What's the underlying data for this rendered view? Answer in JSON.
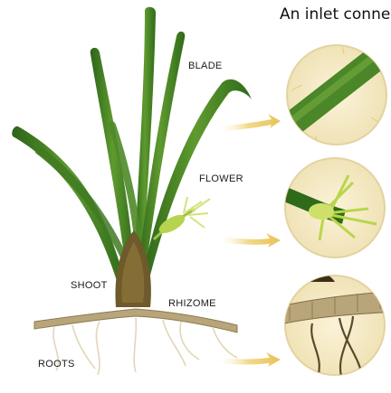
{
  "header": {
    "text": "An inlet connec"
  },
  "labels": {
    "blade": "BLADE",
    "flower": "FLOWER",
    "shoot": "SHOOT",
    "rhizome": "RHIZOME",
    "roots": "ROOTS"
  },
  "colors": {
    "leaf_dark": "#2f6a1a",
    "leaf_light": "#6fa63a",
    "rhizome": "#b8a57a",
    "arrow": "#efd27a",
    "circle_bg": "#f6ecc9",
    "root": "#e6dcc2"
  }
}
